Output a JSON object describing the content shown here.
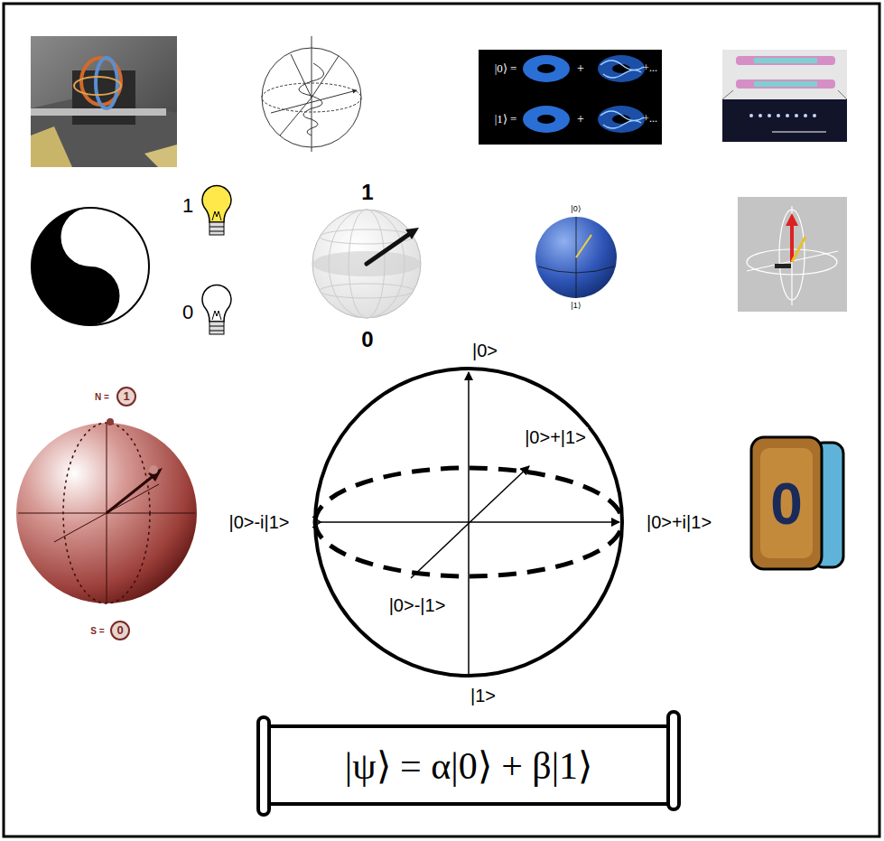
{
  "diagram": {
    "nodes": [
      {
        "text": [
          "|ψ⟩ = α|0⟩ + β|1⟩"
        ]
      }
    ],
    "labels": [
      "|0⟩ =",
      "+",
      "+...",
      "|1⟩ =",
      "+",
      "+...",
      "1",
      "0",
      "1",
      "0",
      "|0⟩",
      "|1⟩",
      "N =",
      "1",
      "|0>",
      "|0>+|1>",
      "|0>-i|1>",
      "|0>+i|1>",
      "0",
      "|0>-|1>",
      "S =",
      "0",
      "|1>"
    ]
  }
}
